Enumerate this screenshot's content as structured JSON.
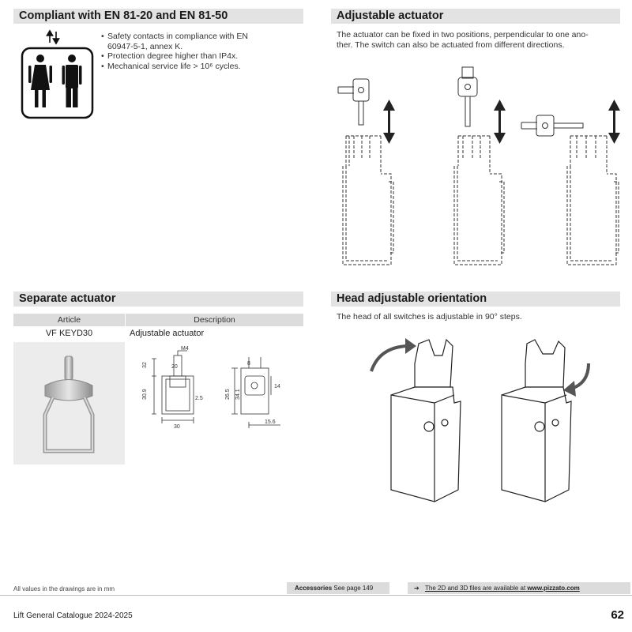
{
  "sections": {
    "compliant": {
      "title": "Compliant with EN 81-20 and EN 81-50",
      "bullets": [
        "Safety contacts in compliance with EN 60947-5-1, annex K.",
        "Protection degree higher than IP4x.",
        "Mechanical service life > 10⁶ cycles."
      ]
    },
    "adjustable": {
      "title": "Adjustable actuator",
      "text_line1": "The actuator can be fixed in two positions, perpendicular to one ano-",
      "text_line2": "ther. The switch can also be actuated from different directions."
    },
    "separate": {
      "title": "Separate actuator",
      "col_article": "Article",
      "col_description": "Description",
      "article": "VF KEYD30",
      "description": "Adjustable actuator",
      "dims": {
        "m4": "M4",
        "d32": "32",
        "d20": "20",
        "d309": "30.9",
        "d25": "2.5",
        "d30": "30",
        "d8": "8",
        "d265": "26.5",
        "d341": "34.1",
        "d14": "14",
        "d156": "15.6"
      }
    },
    "head": {
      "title": "Head adjustable orientation",
      "text": "The head of all switches is adjustable in 90° steps."
    }
  },
  "footer": {
    "note": "All values in the drawings are in mm",
    "accessories_label": "Accessories",
    "accessories_text": "See page 149",
    "arrow": "➔",
    "files_text": "The 2D and 3D files are available at",
    "files_url": "www.pizzato.com",
    "catalogue": "Lift General Catalogue 2024-2025",
    "page_number": "62"
  }
}
